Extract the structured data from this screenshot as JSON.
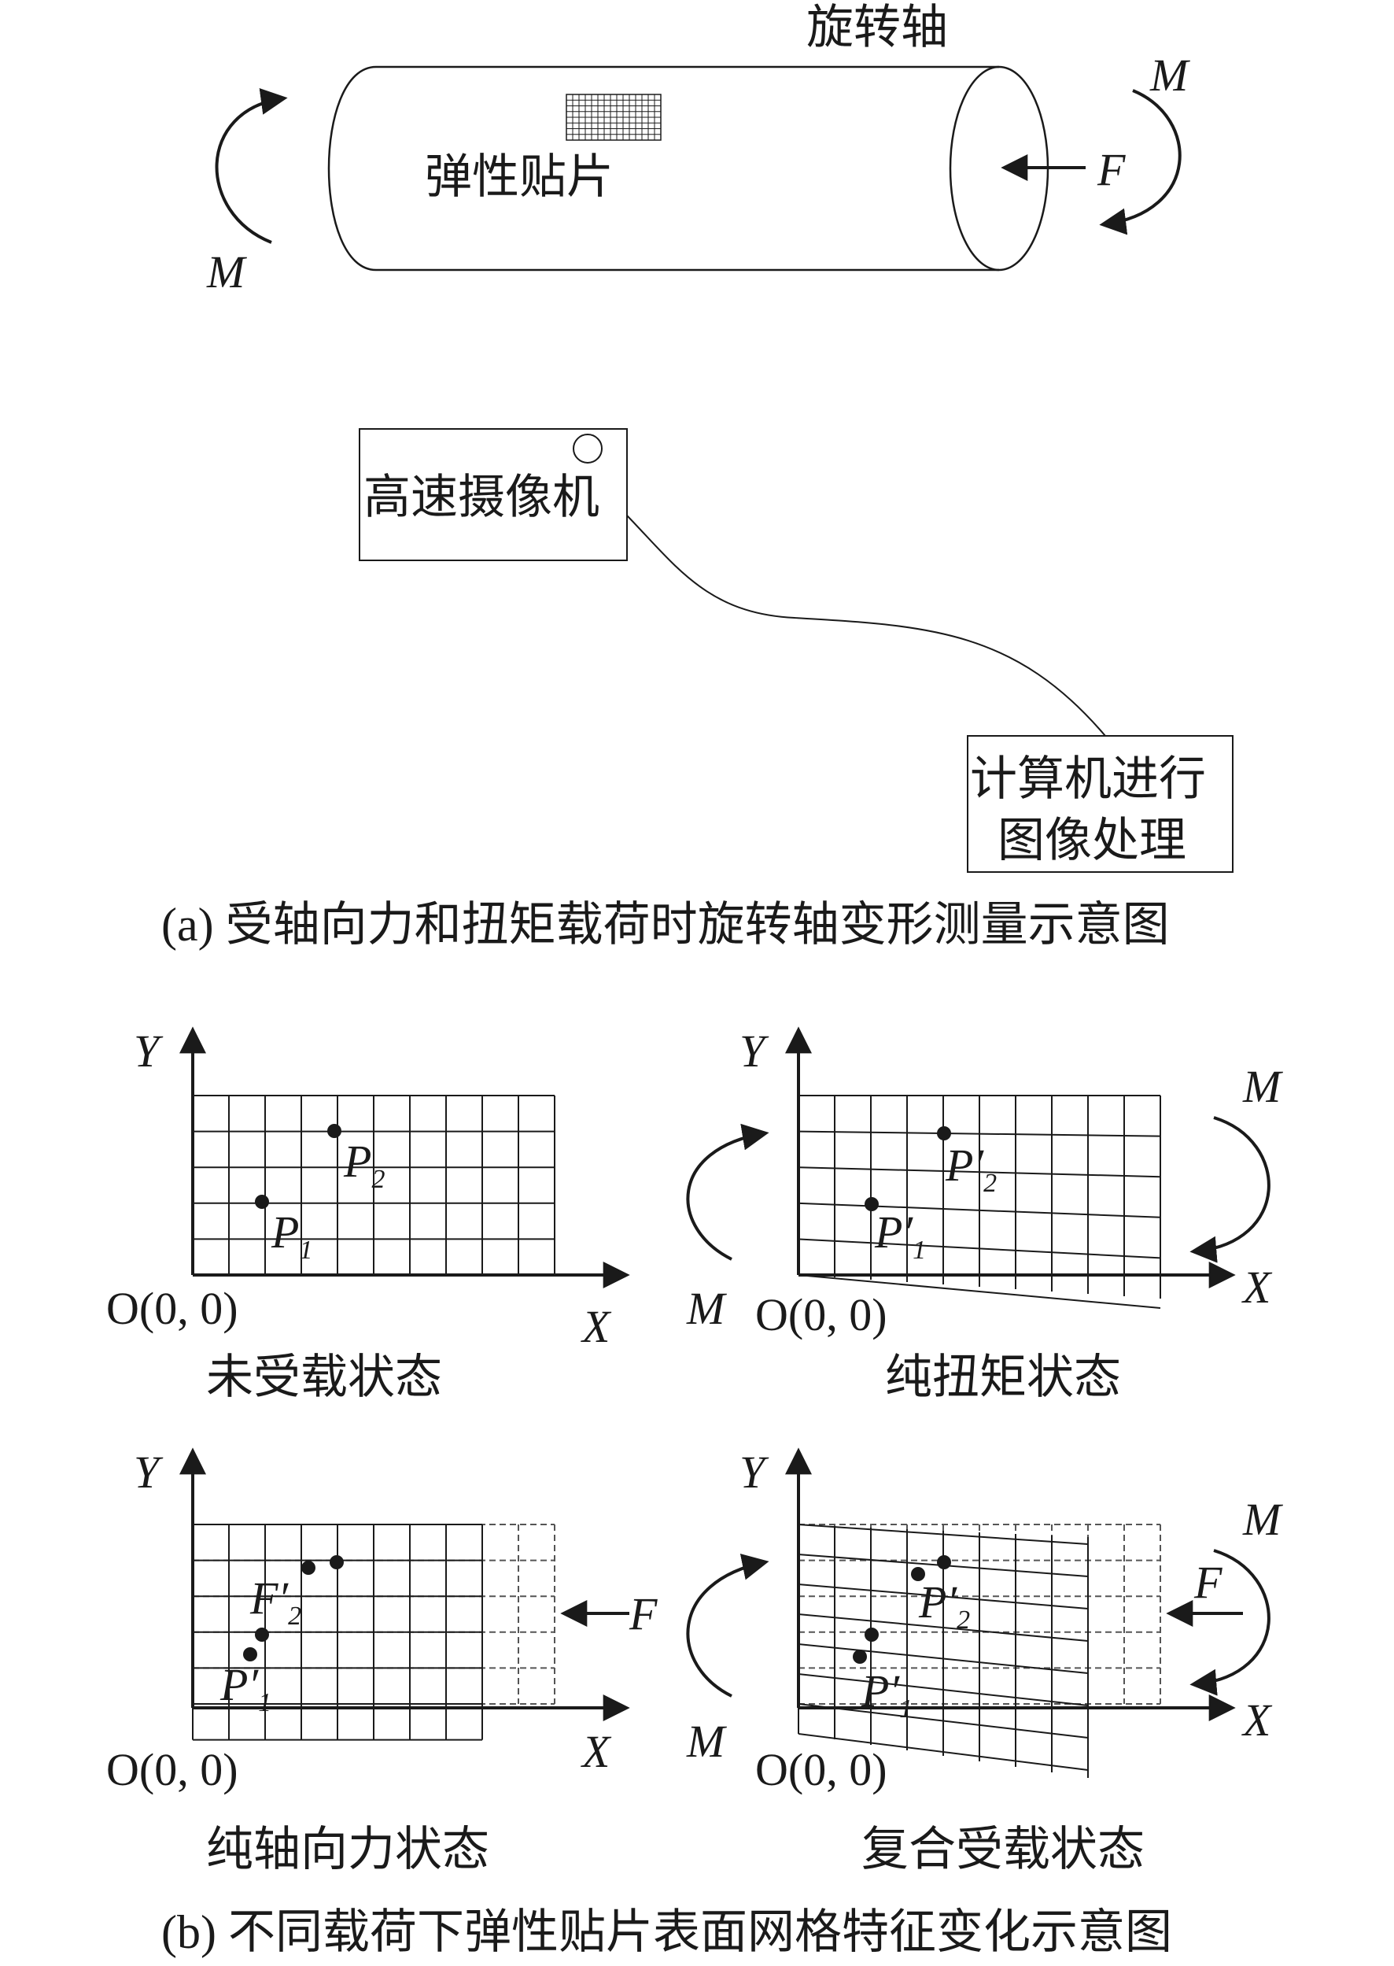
{
  "part_a": {
    "shaft_label": "旋转轴",
    "patch_label": "弹性贴片",
    "moment_left": "M",
    "moment_right": "M",
    "force_label": "F",
    "camera_label": "高速摄像机",
    "computer_label_line1": "计算机进行",
    "computer_label_line2": "图像处理",
    "caption": "(a) 受轴向力和扭矩载荷时旋转轴变形测量示意图"
  },
  "part_b": {
    "caption": "(b) 不同载荷下弹性贴片表面网格特征变化示意图",
    "panels": [
      {
        "state": "未受载状态",
        "axis_y": "Y",
        "axis_x": "X",
        "origin": "O(0, 0)",
        "p1": "P",
        "p1_sub": "1",
        "p2": "P",
        "p2_sub": "2"
      },
      {
        "state": "纯扭矩状态",
        "axis_y": "Y",
        "axis_x": "X",
        "origin": "O(0, 0)",
        "p1": "P′",
        "p1_sub": "1",
        "p2": "P′",
        "p2_sub": "2",
        "moment_top": "M",
        "moment_bottom": "M"
      },
      {
        "state": "纯轴向力状态",
        "axis_y": "Y",
        "axis_x": "X",
        "origin": "O(0, 0)",
        "p1": "P′",
        "p1_sub": "1",
        "p2": "F′",
        "p2_sub": "2",
        "force": "F"
      },
      {
        "state": "复合受载状态",
        "axis_y": "Y",
        "axis_x": "X",
        "origin": "O(0, 0)",
        "p1": "P′",
        "p1_sub": "1",
        "p2": "P′",
        "p2_sub": "2",
        "moment_top": "M",
        "moment_bottom": "M",
        "force": "F"
      }
    ]
  }
}
